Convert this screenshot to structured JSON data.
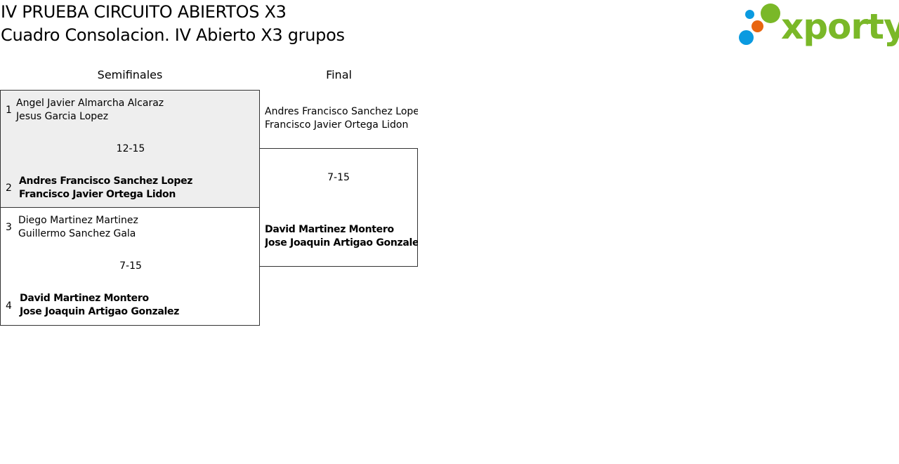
{
  "header": {
    "title_line1": "IV PRUEBA CIRCUITO ABIERTOS X3",
    "title_line2": "Cuadro Consolacion. IV Abierto X3 grupos"
  },
  "logo": {
    "text": "xporty",
    "colors": {
      "green": "#7ab828",
      "blue": "#0a9ae0",
      "orange": "#e8650f"
    }
  },
  "rounds": {
    "semis_label": "Semifinales",
    "final_label": "Final"
  },
  "semifinals": [
    {
      "score": "12-15",
      "team_a": {
        "seed": "1",
        "player1": "Angel Javier Almarcha Alcaraz",
        "player2": "Jesus Garcia Lopez"
      },
      "team_b": {
        "seed": "2",
        "player1": "Andres Francisco Sanchez Lopez",
        "player2": "Francisco Javier Ortega Lidon"
      },
      "winner": "team_b"
    },
    {
      "score": "7-15",
      "team_a": {
        "seed": "3",
        "player1": "Diego Martinez Martinez",
        "player2": "Guillermo Sanchez Gala"
      },
      "team_b": {
        "seed": "4",
        "player1": "David Martinez Montero",
        "player2": "Jose Joaquin Artigao Gonzalez"
      },
      "winner": "team_b"
    }
  ],
  "final": {
    "score": "7-15",
    "team_a": {
      "player1": "Andres Francisco Sanchez Lopez",
      "player2": "Francisco Javier Ortega Lidon"
    },
    "team_b": {
      "player1": "David Martinez Montero",
      "player2": "Jose Joaquin Artigao Gonzalez"
    },
    "winner": "team_b"
  }
}
